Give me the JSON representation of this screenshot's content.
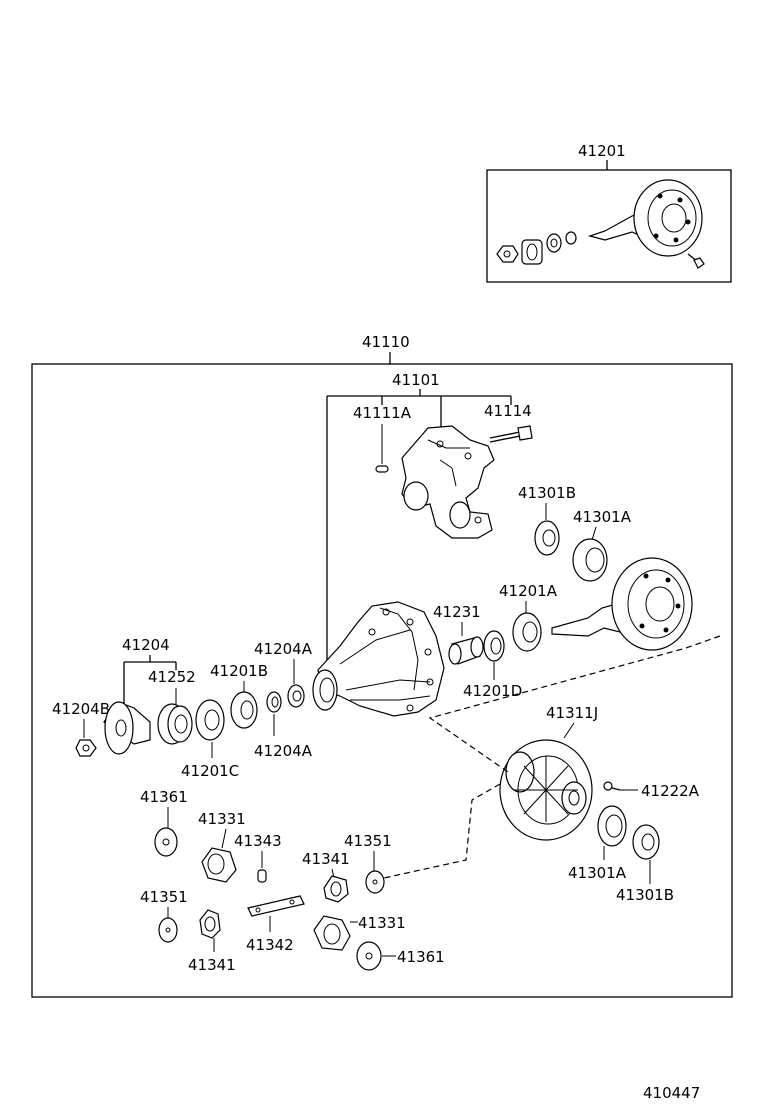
{
  "diagram_id": "410447",
  "assemblies": {
    "ring_pinion_kit": "41201",
    "carrier_assy": "41110",
    "carrier_sub": "41101"
  },
  "callouts": {
    "p41111A": "41111A",
    "p41114": "41114",
    "p41301B_top": "41301B",
    "p41301A_top": "41301A",
    "p41201A": "41201A",
    "p41231": "41231",
    "p41201D": "41201D",
    "p41204": "41204",
    "p41252": "41252",
    "p41201B": "41201B",
    "p41204A_top": "41204A",
    "p41204B": "41204B",
    "p41204A_bot": "41204A",
    "p41201C": "41201C",
    "p41311J": "41311J",
    "p41222A": "41222A",
    "p41301A_bot": "41301A",
    "p41301B_bot": "41301B",
    "p41361_top": "41361",
    "p41331_top": "41331",
    "p41343": "41343",
    "p41351_right": "41351",
    "p41341_right": "41341",
    "p41351_left": "41351",
    "p41341_left": "41341",
    "p41342": "41342",
    "p41331_bot": "41331",
    "p41361_bot": "41361"
  }
}
